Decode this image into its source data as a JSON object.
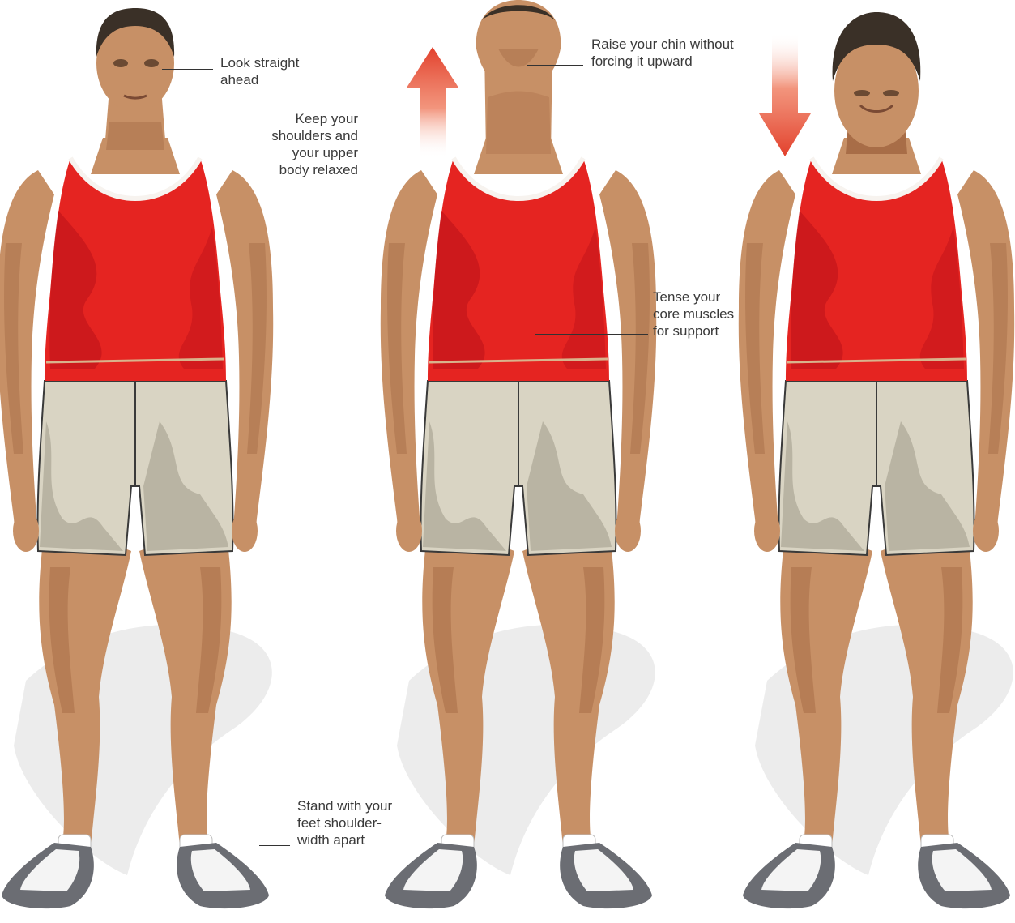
{
  "callouts": {
    "look_ahead": "Look straight\nahead",
    "shoulders": "Keep your\nshoulders and\nyour upper\nbody relaxed",
    "chin": "Raise your chin without\nforcing it upward",
    "core": "Tense your\ncore muscles\nfor support",
    "feet": "Stand with your\nfeet shoulder-\nwidth apart"
  },
  "figures": [
    {
      "name": "neutral-pose"
    },
    {
      "name": "chin-up-pose",
      "arrow": "up"
    },
    {
      "name": "chin-down-pose",
      "arrow": "down"
    }
  ],
  "colors": {
    "skin": "#c79066",
    "skin_dark": "#a86d47",
    "tank_top": "#e52421",
    "tank_top_dark": "#c4161b",
    "shorts": "#d9d4c3",
    "shorts_dark": "#b9b4a3",
    "hair": "#3a3027",
    "shoe": "#6b6d73",
    "shadow": "#ececec",
    "arrow": "#e2402c"
  }
}
